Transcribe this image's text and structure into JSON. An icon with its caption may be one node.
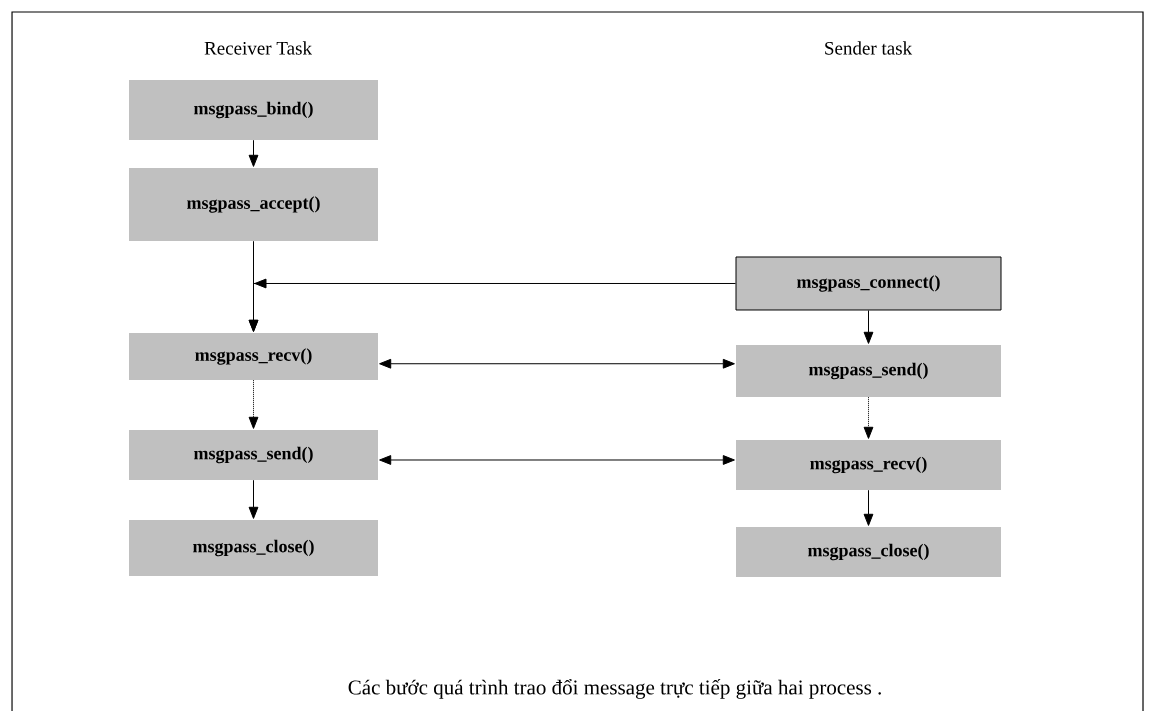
{
  "diagram": {
    "nodes": [
      {
        "text": [
          "msgpass_bind()"
        ]
      },
      {
        "text": [
          "msgpass_accept()"
        ]
      },
      {
        "text": [
          "msgpass_connect()"
        ]
      },
      {
        "text": [
          "msgpass_recv()"
        ]
      },
      {
        "text": [
          "msgpass_send()"
        ]
      },
      {
        "text": [
          "msgpass_send()"
        ]
      },
      {
        "text": [
          "msgpass_recv()"
        ]
      },
      {
        "text": [
          "msgpass_close()"
        ]
      },
      {
        "text": [
          "msgpass_close()"
        ]
      }
    ],
    "edges": [
      {
        "from": 0,
        "to": 1,
        "arrow": "to"
      },
      {
        "from": 1,
        "to": 3,
        "arrow": "to"
      },
      {
        "from": 2,
        "to": 3,
        "arrow": "to"
      },
      {
        "from": 2,
        "to": 4,
        "arrow": "to"
      },
      {
        "from": 3,
        "to": 4,
        "arrow": "both"
      },
      {
        "from": 3,
        "to": 5,
        "arrow": "to",
        "style": "dashed"
      },
      {
        "from": 4,
        "to": 6,
        "arrow": "to",
        "style": "dashed"
      },
      {
        "from": 5,
        "to": 6,
        "arrow": "both"
      },
      {
        "from": 5,
        "to": 7,
        "arrow": "to"
      },
      {
        "from": 6,
        "to": 8,
        "arrow": "to"
      }
    ],
    "labels": [
      "Receiver Task",
      "Sender task"
    ],
    "caption": "Các bước quá trình trao đổi message trực tiếp giữa hai process ."
  }
}
